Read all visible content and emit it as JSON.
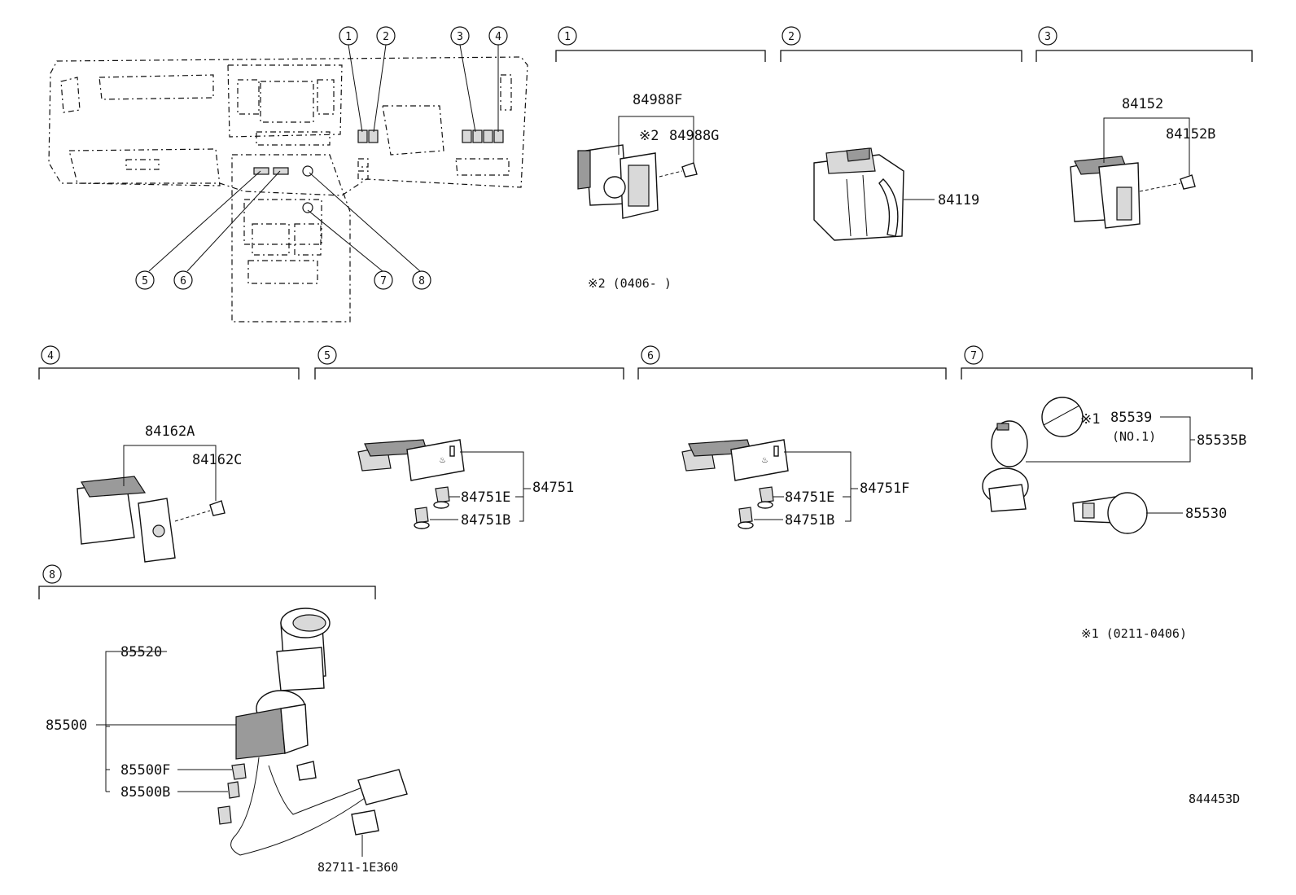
{
  "callouts": {
    "overview": [
      "1",
      "2",
      "3",
      "4",
      "5",
      "6",
      "7",
      "8"
    ],
    "sections": [
      "1",
      "2",
      "3",
      "4",
      "5",
      "6",
      "7",
      "8"
    ]
  },
  "parts": {
    "p84988F": "84988F",
    "p84988G": "84988G",
    "p84119": "84119",
    "p84152": "84152",
    "p84152B": "84152B",
    "p84162A": "84162A",
    "p84162C": "84162C",
    "p84751": "84751",
    "p84751E_a": "84751E",
    "p84751B_a": "84751B",
    "p84751F": "84751F",
    "p84751E_b": "84751E",
    "p84751B_b": "84751B",
    "p85539": "85539",
    "p85539_sub": "(NO.1)",
    "p85535B": "85535B",
    "p85530": "85530",
    "p85520": "85520",
    "p85500": "85500",
    "p85500F": "85500F",
    "p85500B": "85500B",
    "p82711": "82711-1E360"
  },
  "markers": {
    "m2": "※2",
    "m1": "※1"
  },
  "notes": {
    "note2": "※2 (0406-     )",
    "note1": "※1 (0211-0406)"
  },
  "figure_id": "844453D"
}
